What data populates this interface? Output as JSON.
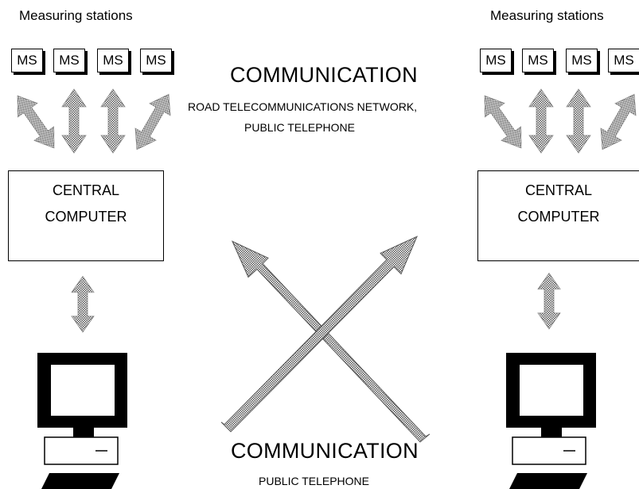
{
  "left": {
    "title": "Measuring stations",
    "stations": [
      "MS",
      "MS",
      "MS",
      "MS"
    ],
    "central_line1": "CENTRAL",
    "central_line2": "COMPUTER"
  },
  "right": {
    "title": "Measuring stations",
    "stations": [
      "MS",
      "MS",
      "MS",
      "MS"
    ],
    "central_line1": "CENTRAL",
    "central_line2": "COMPUTER"
  },
  "top": {
    "heading": "COMMUNICATION",
    "line1": "ROAD TELECOMMUNICATIONS NETWORK,",
    "line2": "PUBLIC TELEPHONE"
  },
  "bottom": {
    "heading": "COMMUNICATION",
    "line1": "PUBLIC TELEPHONE"
  },
  "colors": {
    "ink": "#000000",
    "arrow_fill": "#b8b8b8",
    "background": "#ffffff"
  }
}
